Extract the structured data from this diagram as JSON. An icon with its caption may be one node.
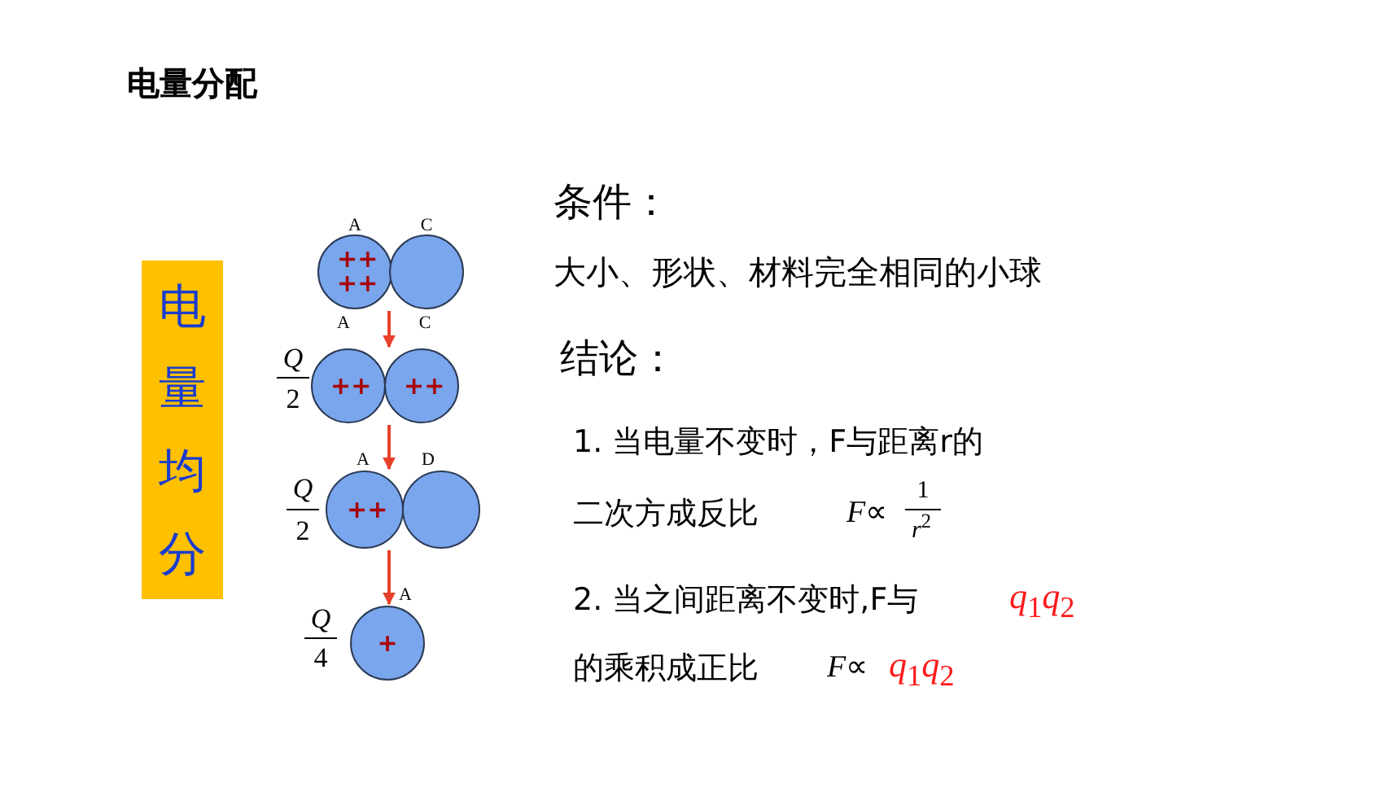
{
  "diagram": {
    "title": "电量分配",
    "nodes": [
      {
        "text": [
          "电量均分"
        ]
      },
      {
        "text": [
          "++ ++"
        ]
      },
      {
        "text": [],
        "shape": "circle"
      },
      {
        "text": [
          "++"
        ]
      },
      {
        "text": [
          "++"
        ]
      },
      {
        "text": [
          "++"
        ]
      },
      {
        "text": [],
        "shape": "circle"
      },
      {
        "text": [
          "+"
        ]
      }
    ],
    "edges": [
      {
        "from": 1,
        "to": 3,
        "arrow": "to"
      },
      {
        "from": 3,
        "to": 5,
        "arrow": "to"
      },
      {
        "from": 5,
        "to": 7,
        "arrow": "to"
      }
    ],
    "labels": [
      "A",
      "C",
      "A",
      "C",
      "Q",
      "2",
      "A",
      "D",
      "Q",
      "2",
      "A",
      "Q",
      "4",
      "条件：",
      "大小、形状、材料完全相同的小球",
      "结论：",
      "1. 当电量不变时，F与距离r的",
      "二次方成反比",
      "*F*∝",
      "1",
      "*r*$^{2}$",
      "2. 当之间距离不变时,F与",
      "*q*$_{1}$*q*$_{2}$",
      "的乘积成正比",
      "*F*∝",
      "*q*$_{1}$*q*$_{2}$"
    ]
  }
}
